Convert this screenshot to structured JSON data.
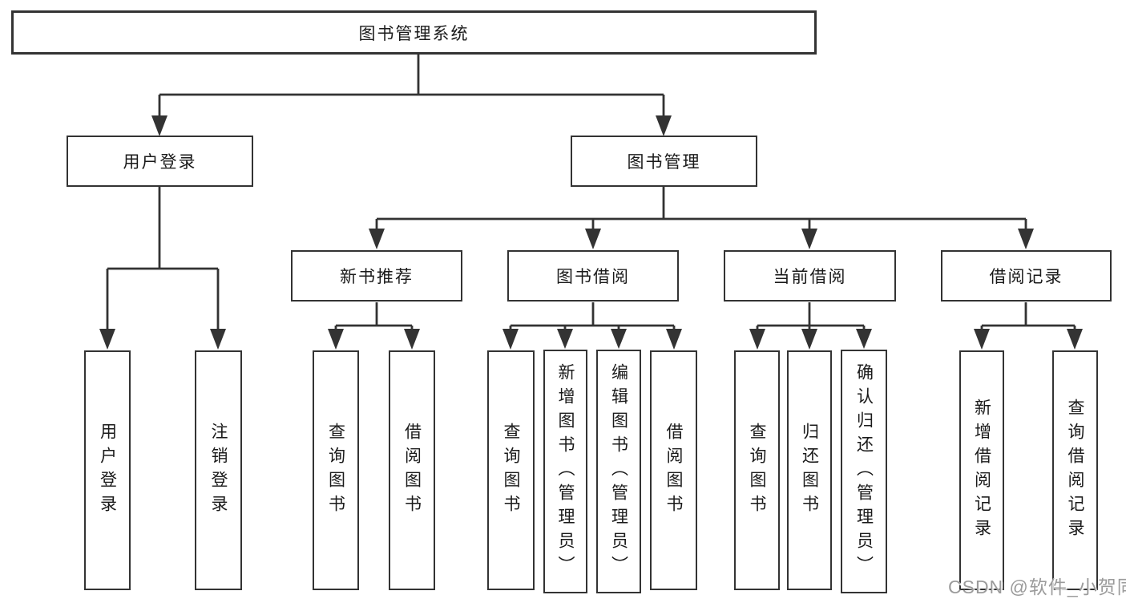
{
  "diagram": {
    "root_label": "图书管理系统",
    "level2": [
      {
        "label": "用户登录"
      },
      {
        "label": "图书管理"
      }
    ],
    "level3": [
      {
        "label": "新书推荐",
        "parent": "图书管理"
      },
      {
        "label": "图书借阅",
        "parent": "图书管理"
      },
      {
        "label": "当前借阅",
        "parent": "图书管理"
      },
      {
        "label": "借阅记录",
        "parent": "图书管理"
      }
    ],
    "leaves": [
      {
        "label": "用户登录",
        "parent": "用户登录"
      },
      {
        "label": "注销登录",
        "parent": "用户登录"
      },
      {
        "label": "查询图书",
        "parent": "新书推荐"
      },
      {
        "label": "借阅图书",
        "parent": "新书推荐"
      },
      {
        "label": "查询图书",
        "parent": "图书借阅"
      },
      {
        "label": "新增图书（管理员）",
        "parent": "图书借阅"
      },
      {
        "label": "编辑图书（管理员）",
        "parent": "图书借阅"
      },
      {
        "label": "借阅图书",
        "parent": "图书借阅"
      },
      {
        "label": "查询图书",
        "parent": "当前借阅"
      },
      {
        "label": "归还图书",
        "parent": "当前借阅"
      },
      {
        "label": "确认归还（管理员）",
        "parent": "当前借阅"
      },
      {
        "label": "新增借阅记录",
        "parent": "借阅记录"
      },
      {
        "label": "查询借阅记录",
        "parent": "借阅记录"
      }
    ],
    "watermark": "CSDN @软件_小贺同学"
  },
  "colors": {
    "line": "#333333",
    "box_border": "#333333",
    "text": "#1a1a1a",
    "watermark": "#9b9b9b",
    "background": "#ffffff"
  }
}
